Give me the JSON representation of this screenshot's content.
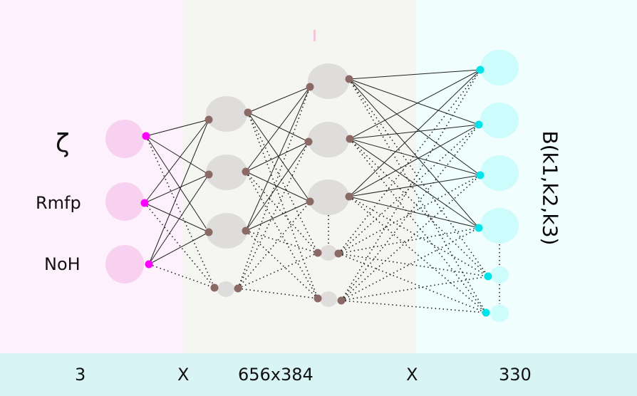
{
  "input_labels": {
    "zeta": "ζ",
    "rmfp": "Rmfp",
    "noh": "NoH"
  },
  "output_label": "B(k1,k2,k3)",
  "footer": {
    "input_size": "3",
    "times_1": "X",
    "hidden_size": "656x384",
    "times_2": "X",
    "output_size": "330"
  },
  "colors": {
    "input_panel": "#fdf2fb",
    "hidden_panel": "#f5f5f2",
    "output_panel": "#f0fefd",
    "input_node": "#f8d0f0",
    "input_dot": "#ff00ff",
    "hidden_node": "#dfdddb",
    "hidden_dot": "#8b6a66",
    "output_node": "#ccfcfc",
    "output_dot": "#00e3e8",
    "footer": "#d8f4f4"
  }
}
